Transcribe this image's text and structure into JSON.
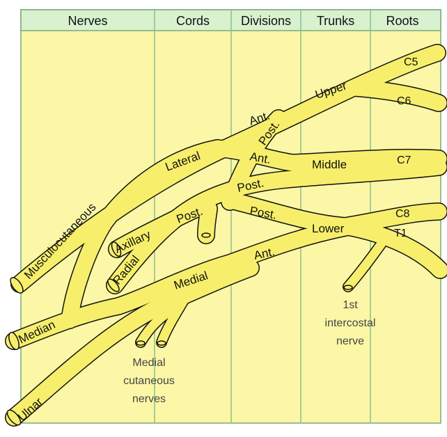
{
  "columns": [
    "Nerves",
    "Cords",
    "Divisions",
    "Trunks",
    "Roots"
  ],
  "roots": [
    "C5",
    "C6",
    "C7",
    "C8",
    "T1"
  ],
  "trunks": {
    "upper": "Upper",
    "middle": "Middle",
    "lower": "Lower"
  },
  "divisions": {
    "ant1": "Ant.",
    "post1": "Post.",
    "ant2": "Ant.",
    "post2": "Post.",
    "post3": "Post.",
    "ant3": "Ant."
  },
  "cords": {
    "lateral": "Lateral",
    "posterior": "Post.",
    "medial": "Medial"
  },
  "nerves": [
    "Musculocutaneous",
    "Axillary",
    "Radial",
    "Median",
    "Ulnar"
  ],
  "captions": {
    "intercostal": [
      "1st",
      "intercostal",
      "nerve"
    ],
    "medial_cutaneous": [
      "Medial",
      "cutaneous",
      "nerves"
    ]
  },
  "colors": {
    "background": "#fcf7a6",
    "header": "#d8f2d0",
    "nerve": "#f7ef6b",
    "outline": "#111111",
    "grid": "#8bbf8b"
  }
}
